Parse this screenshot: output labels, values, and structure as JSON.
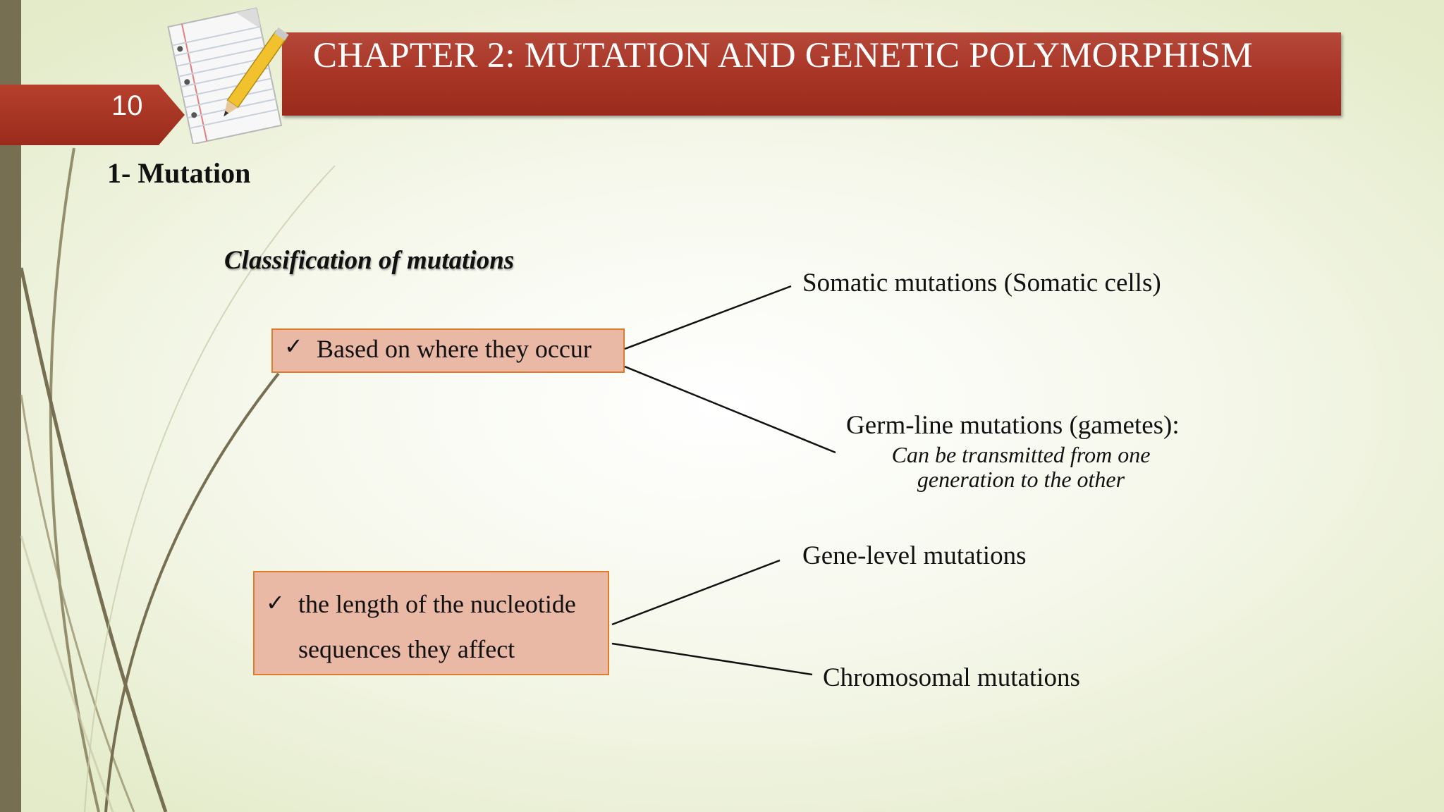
{
  "slide": {
    "title": "CHAPTER 2: MUTATION AND GENETIC POLYMORPHISM",
    "number": "10",
    "section_heading": "1- Mutation",
    "classification_heading": "Classification of mutations"
  },
  "criteria": [
    {
      "label": "Based on where they occur"
    },
    {
      "label_line1": "the length of the nucleotide",
      "label_line2": "sequences they affect"
    }
  ],
  "categories": {
    "somatic": "Somatic mutations (Somatic cells)",
    "germline": "Germ-line mutations (gametes):",
    "germline_note_line1": "Can be transmitted from one",
    "germline_note_line2": "generation to the other",
    "gene_level": "Gene-level mutations",
    "chromosomal": "Chromosomal mutations"
  },
  "icons": {
    "check": "✓",
    "notepad": "notepad-pencil-icon"
  },
  "colors": {
    "title_banner": "#a83526",
    "box_fill": "#eab9a6",
    "box_border": "#e07b2a",
    "left_bar": "#776f52"
  }
}
